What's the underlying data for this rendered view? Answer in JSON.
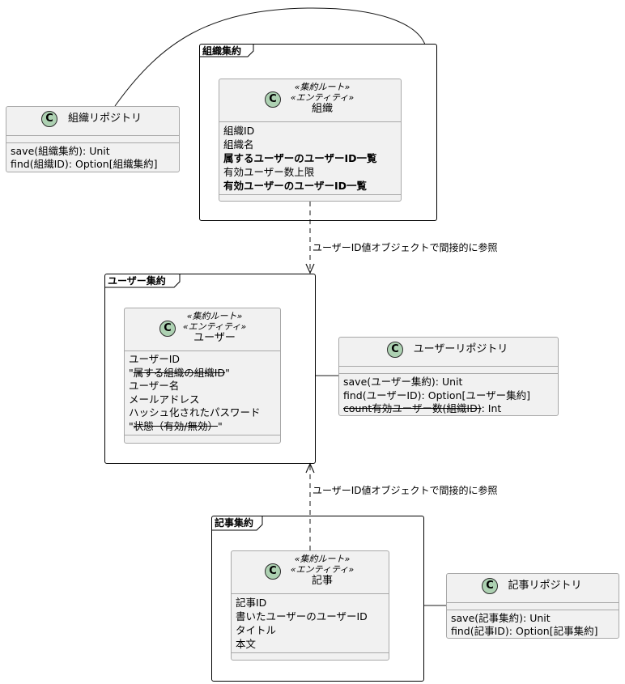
{
  "packages": {
    "org": {
      "title": "組織集約"
    },
    "user": {
      "title": "ユーザー集約"
    },
    "article": {
      "title": "記事集約"
    }
  },
  "classes": {
    "org": {
      "icon": "C",
      "stereotypes": [
        "«集約ルート»",
        "«エンティティ»"
      ],
      "name": "組織",
      "attributes": [
        {
          "text": "組織ID",
          "style": "normal"
        },
        {
          "text": "組織名",
          "style": "normal"
        },
        {
          "text": "属するユーザーのユーザーID一覧",
          "style": "bold"
        },
        {
          "text": "有効ユーザー数上限",
          "style": "normal"
        },
        {
          "text": "有効ユーザーのユーザーID一覧",
          "style": "bold"
        }
      ]
    },
    "user": {
      "icon": "C",
      "stereotypes": [
        "«集約ルート»",
        "«エンティティ»"
      ],
      "name": "ユーザー",
      "attributes": [
        {
          "text": "ユーザーID",
          "style": "normal"
        },
        {
          "q1": "\"",
          "strike": "属する組織の組織ID",
          "q2": "\""
        },
        {
          "text": "ユーザー名",
          "style": "normal"
        },
        {
          "text": "メールアドレス",
          "style": "normal"
        },
        {
          "text": "ハッシュ化されたパスワード",
          "style": "normal"
        },
        {
          "q1": "\"",
          "strike": "状態（有効/無効）",
          "q2": "\""
        }
      ]
    },
    "article": {
      "icon": "C",
      "stereotypes": [
        "«集約ルート»",
        "«エンティティ»"
      ],
      "name": "記事",
      "attributes": [
        {
          "text": "記事ID",
          "style": "normal"
        },
        {
          "text": "書いたユーザーのユーザーID",
          "style": "normal"
        },
        {
          "text": "タイトル",
          "style": "normal"
        },
        {
          "text": "本文",
          "style": "normal"
        }
      ]
    },
    "org_repo": {
      "icon": "C",
      "name": "組織リポジトリ",
      "methods": [
        "save(組織集約): Unit",
        "find(組織ID): Option[組織集約]"
      ]
    },
    "user_repo": {
      "icon": "C",
      "name": "ユーザーリポジトリ",
      "methods": [
        "save(ユーザー集約): Unit",
        "find(ユーザーID): Option[ユーザー集約]"
      ],
      "struck_method": {
        "strike": "count有効ユーザー数(組織ID)",
        "rest": ": Int"
      }
    },
    "article_repo": {
      "icon": "C",
      "name": "記事リポジトリ",
      "methods": [
        "save(記事集約): Unit",
        "find(記事ID): Option[記事集約]"
      ]
    }
  },
  "relations": {
    "org_to_user": {
      "label": "ユーザーID値オブジェクトで間接的に参照"
    },
    "article_to_user": {
      "label": "ユーザーID値オブジェクトで間接的に参照"
    }
  },
  "colors": {
    "class_bg": "#f1f1f1",
    "class_border": "#a8a8a8",
    "circle_fill": "#add1b2"
  }
}
